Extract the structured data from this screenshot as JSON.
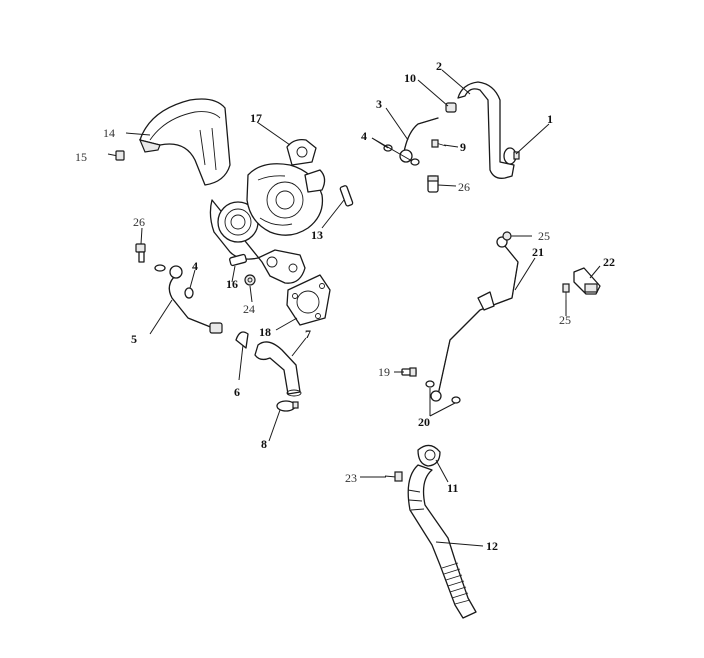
{
  "callouts": {
    "c1": "1",
    "c2": "2",
    "c3": "3",
    "c4a": "4",
    "c4b": "4",
    "c5": "5",
    "c6": "6",
    "c7": "7",
    "c8": "8",
    "c9": "9",
    "c10": "10",
    "c11": "11",
    "c12": "12",
    "c13": "13",
    "c14": "14",
    "c15": "15",
    "c16": "16",
    "c17": "17",
    "c18": "18",
    "c19": "19",
    "c20": "20",
    "c21": "21",
    "c22": "22",
    "c23": "23",
    "c24": "24",
    "c25a": "25",
    "c25b": "25",
    "c26a": "26",
    "c26b": "26"
  }
}
